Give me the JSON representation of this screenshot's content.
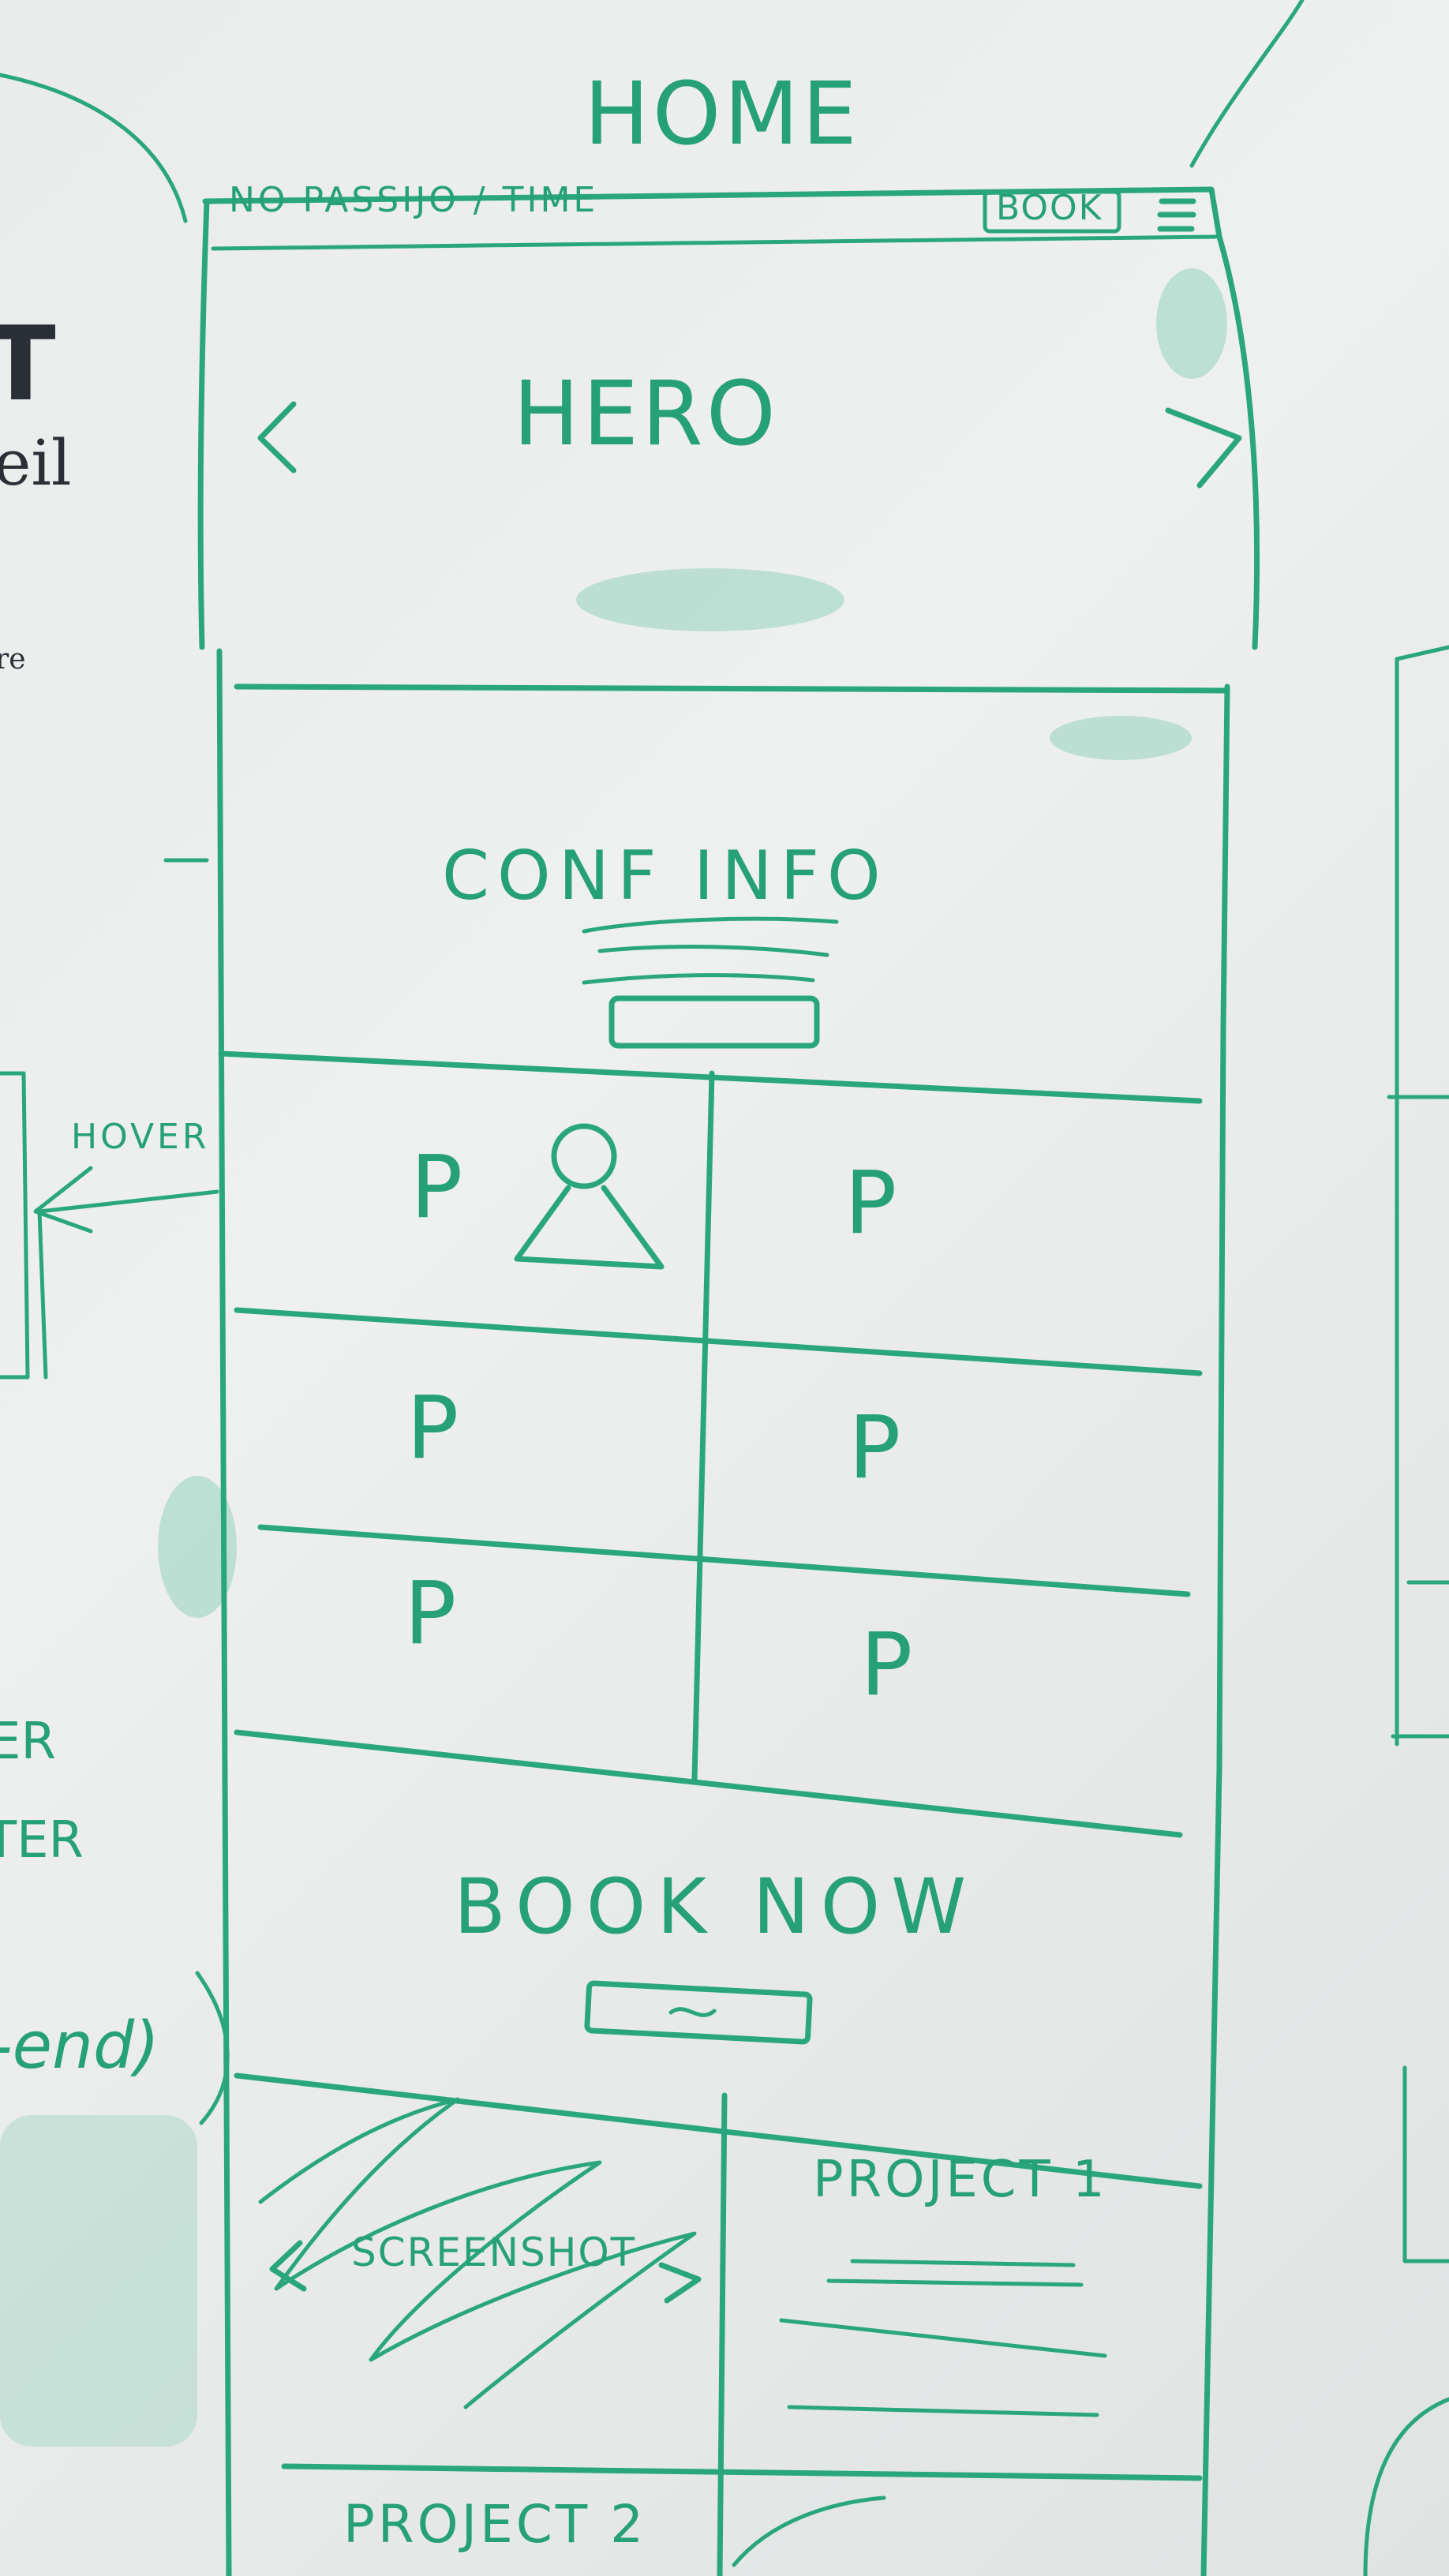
{
  "sketch": {
    "title": "HOME",
    "topbar": {
      "left": "NO PASSIJO / TIME",
      "book_button": "BOOK",
      "menu_icon": "hamburger-menu-icon"
    },
    "hero": {
      "label": "HERO",
      "prev": "<",
      "next": ">"
    },
    "conf_info": {
      "label": "CONF INFO"
    },
    "margin_note": "HOVER",
    "grid_cells": [
      "P",
      "P",
      "P",
      "P",
      "P",
      "P"
    ],
    "book_now": {
      "label": "BOOK NOW"
    },
    "project_1": {
      "label": "PROJECT 1"
    },
    "screenshot": {
      "label": "SCREENSHOT",
      "prev": "<",
      "next": ">"
    },
    "project_2": {
      "label": "PROJECT 2"
    }
  },
  "left_edge": {
    "heading_fragment": "T",
    "word_fragment": "eil",
    "small_fragment": "re",
    "note_1": "ER",
    "note_2": "TER",
    "note_3": "-end)"
  },
  "colors": {
    "marker": "#2aa67e",
    "board": "#eceeed",
    "print": "#2a2f36"
  }
}
